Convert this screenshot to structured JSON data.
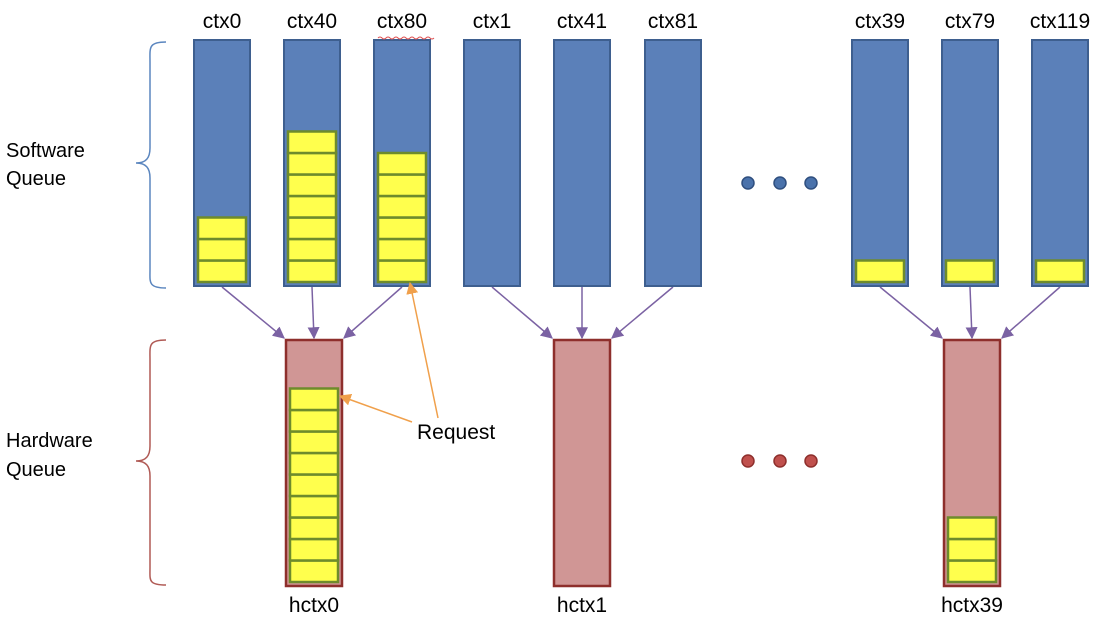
{
  "labels": {
    "software_queue": [
      "Software",
      "Queue"
    ],
    "hardware_queue": [
      "Hardware",
      "Queue"
    ],
    "request": "Request"
  },
  "software_contexts": [
    {
      "name": "ctx0",
      "requests": 3
    },
    {
      "name": "ctx40",
      "requests": 7
    },
    {
      "name": "ctx80",
      "requests": 6
    },
    {
      "name": "ctx1",
      "requests": 0
    },
    {
      "name": "ctx41",
      "requests": 0
    },
    {
      "name": "ctx81",
      "requests": 0
    },
    {
      "name": "ctx39",
      "requests": 1
    },
    {
      "name": "ctx79",
      "requests": 1
    },
    {
      "name": "ctx119",
      "requests": 1
    }
  ],
  "hardware_contexts": [
    {
      "name": "hctx0",
      "requests": 9,
      "feeds": [
        "ctx0",
        "ctx40",
        "ctx80"
      ]
    },
    {
      "name": "hctx1",
      "requests": 0,
      "feeds": [
        "ctx1",
        "ctx41",
        "ctx81"
      ]
    },
    {
      "name": "hctx39",
      "requests": 3,
      "feeds": [
        "ctx39",
        "ctx79",
        "ctx119"
      ]
    }
  ],
  "colors": {
    "software_fill": "#5b80b9",
    "software_stroke": "#3e5f8f",
    "hardware_fill": "#d09695",
    "hardware_stroke": "#8e2f2c",
    "request_fill": "#ffff4d",
    "request_stroke": "#6e8b2c",
    "arrow": "#7b62a3",
    "request_pointer": "#f0a04b",
    "software_brace": "#5b86bf",
    "hardware_brace": "#b05a55",
    "software_dots": "#4a72ab",
    "hardware_dots": "#c0504d"
  }
}
